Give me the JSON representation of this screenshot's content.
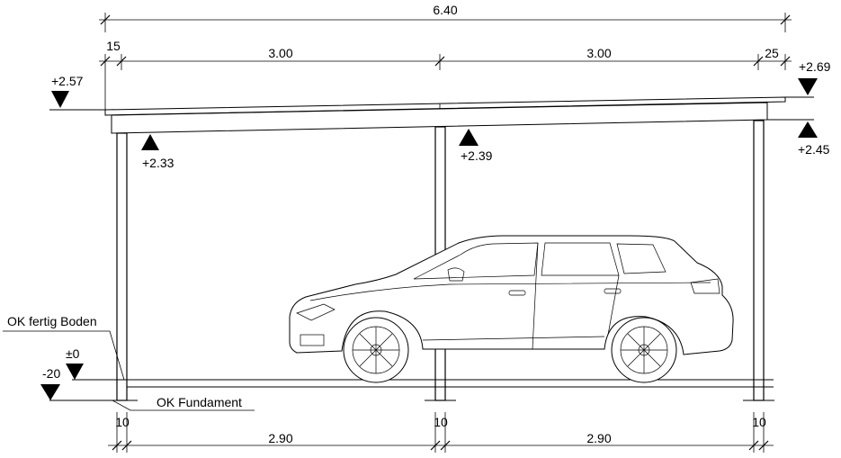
{
  "dimensions_top": {
    "overall": "6.40",
    "left_overhang": "15",
    "bay_left": "3.00",
    "bay_right": "3.00",
    "right_overhang": "25"
  },
  "dimensions_bottom": {
    "post_left": "10",
    "span_left": "2.90",
    "post_middle": "10",
    "span_right": "2.90",
    "post_right": "10"
  },
  "levels": {
    "roof_left": "+2.57",
    "roof_right": "+2.69",
    "beam_left": "+2.33",
    "beam_middle": "+2.39",
    "beam_right": "+2.45",
    "floor": "±0",
    "foundation": "-20"
  },
  "labels": {
    "floor_finish": "OK fertig Boden",
    "foundation_top": "OK Fundament"
  }
}
